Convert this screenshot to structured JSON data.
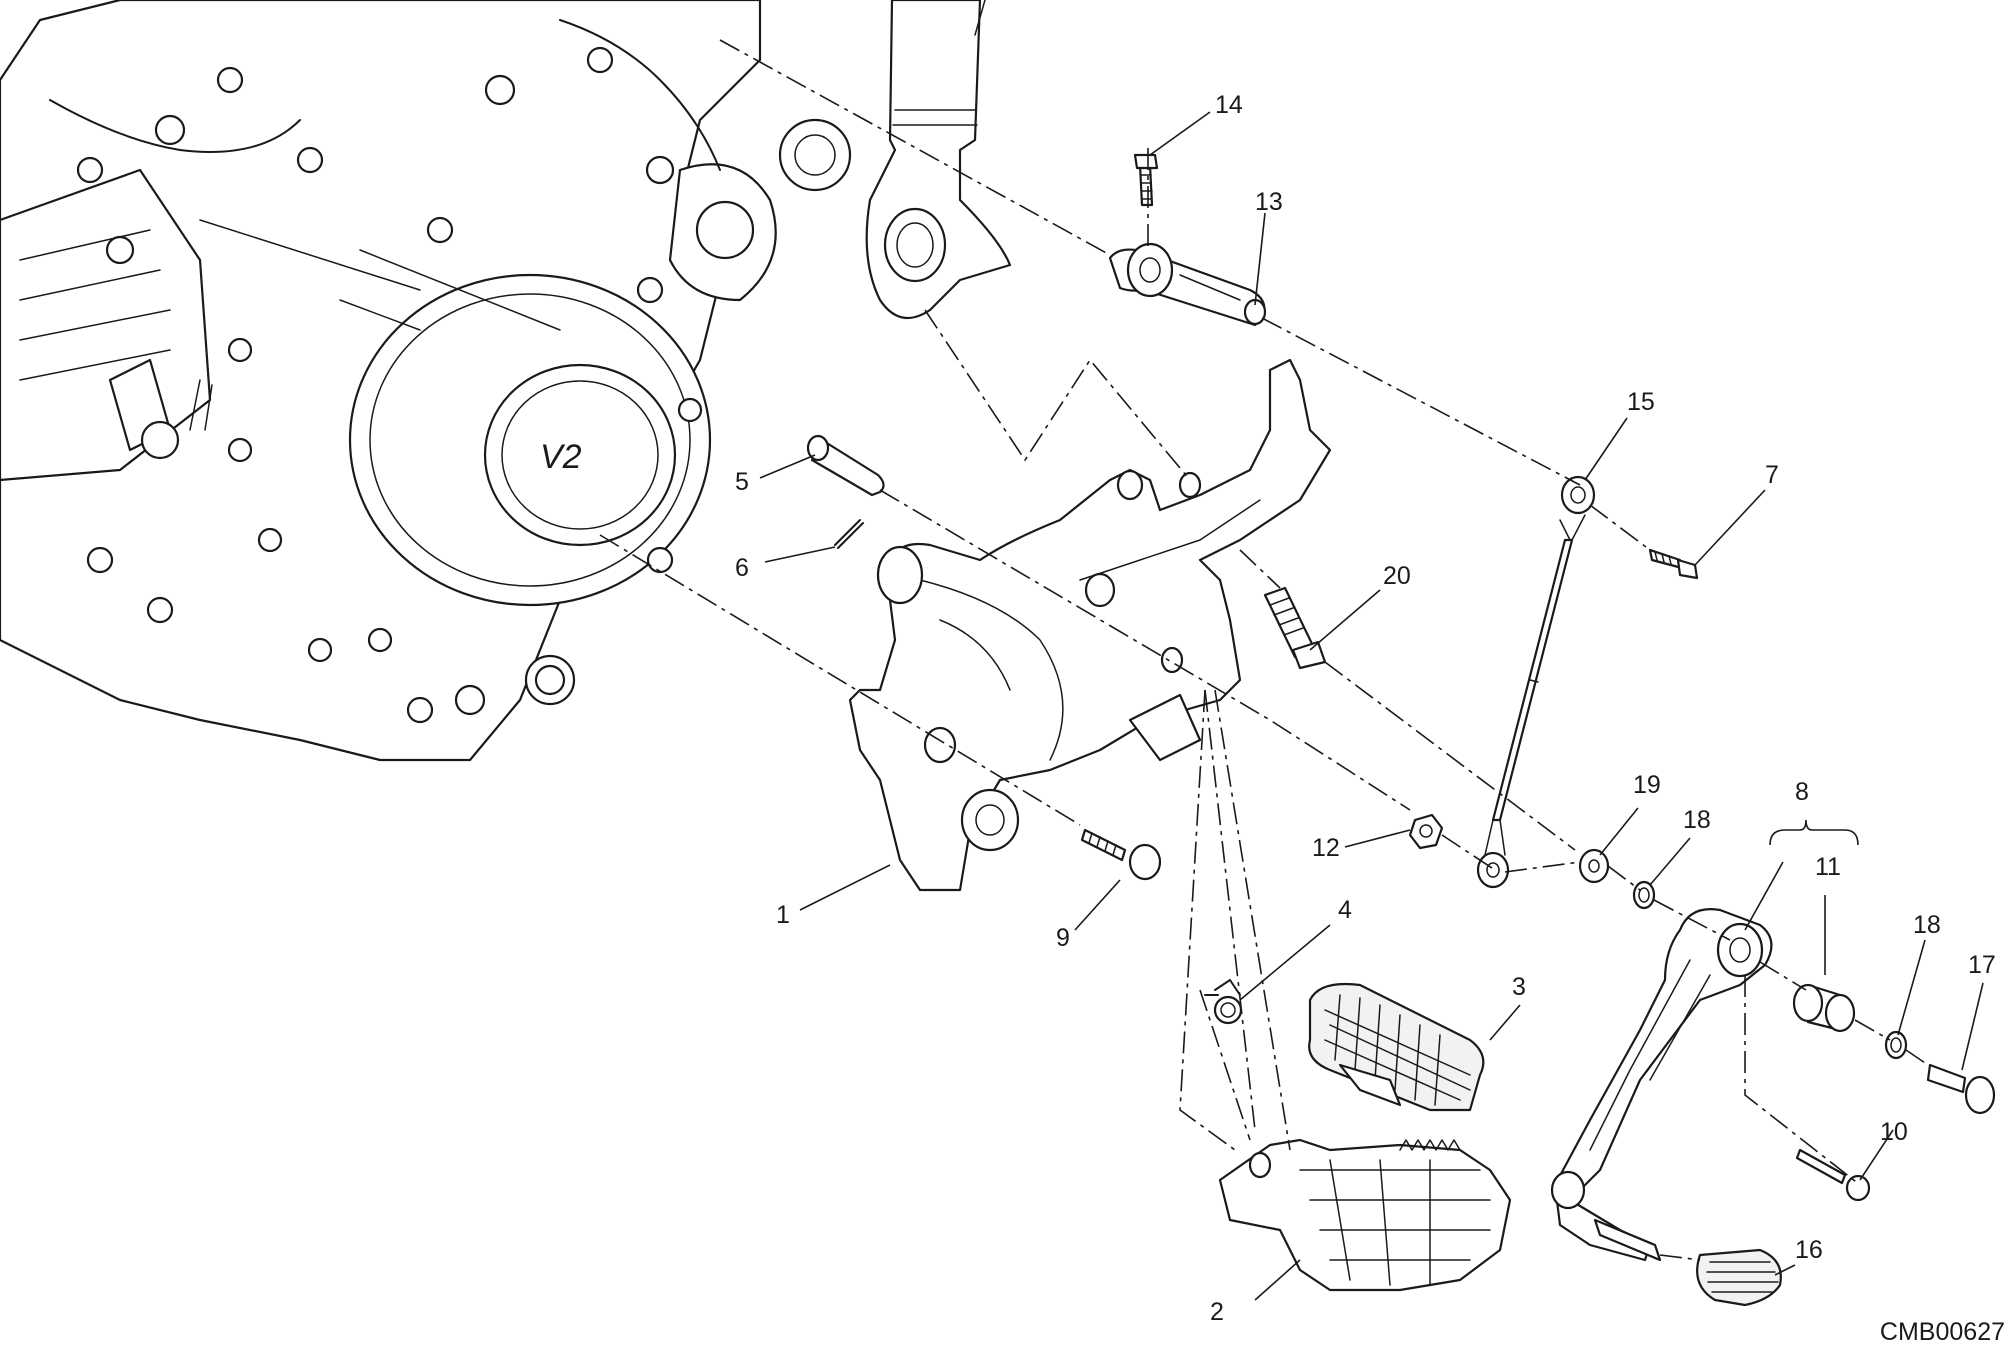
{
  "drawing_code": "CMB00627",
  "callouts": [
    "1",
    "2",
    "3",
    "4",
    "5",
    "6",
    "7",
    "8",
    "9",
    "10",
    "11",
    "12",
    "13",
    "14",
    "15",
    "16",
    "17",
    "18",
    "18",
    "19",
    "20"
  ]
}
